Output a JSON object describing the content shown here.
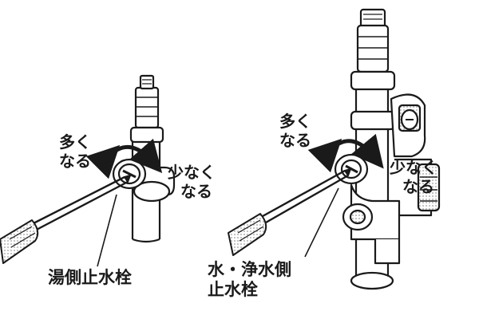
{
  "left": {
    "more_label": [
      "多く",
      "なる"
    ],
    "less_label": [
      "少なく",
      "なる"
    ],
    "valve_label": [
      "湯側止水栓"
    ]
  },
  "right": {
    "more_label": [
      "多く",
      "なる"
    ],
    "less_label": [
      "少なく",
      "なる"
    ],
    "valve_label": [
      "水・浄水側",
      "止水栓"
    ]
  },
  "colors": {
    "ink": "#1a1a1a",
    "paper": "#ffffff",
    "shade": "#bdbdbd"
  },
  "icons": [
    "screwdriver-icon",
    "rotate-arrow-icon",
    "shutoff-valve-icon"
  ]
}
